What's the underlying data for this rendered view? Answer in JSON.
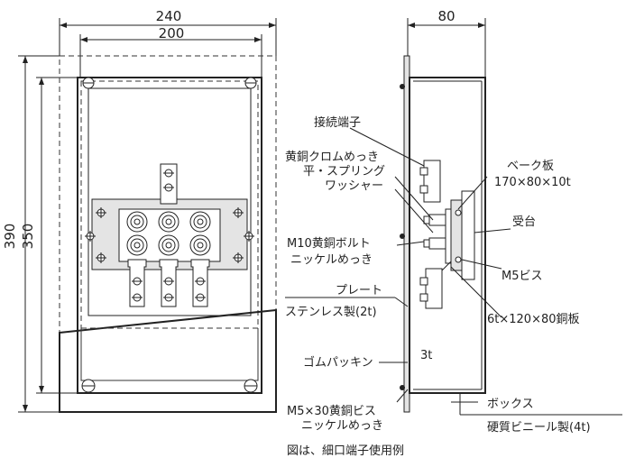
{
  "dimensions": {
    "width_outer": "240",
    "width_inner": "200",
    "height_outer": "390",
    "height_inner": "350",
    "depth": "80"
  },
  "labels": {
    "connection_terminal": "接続端子",
    "chrome_plating": "黄銅クロムめっき",
    "spring_washer_1": "平・スプリング",
    "spring_washer_2": "ワッシャー",
    "bolt_1": "M10黄銅ボルト",
    "bolt_2": "ニッケルめっき",
    "plate": "プレート",
    "stainless": "ステンレス製(2t)",
    "gasket": "ゴムパッキン",
    "gasket_thickness": "3t",
    "screw_1": "M5×30黄銅ビス",
    "screw_2": "ニッケルめっき",
    "bake_board_1": "ベーク板",
    "bake_board_2": "170×80×10t",
    "receiver": "受台",
    "m5_screw": "M5ビス",
    "copper_plate": "6t×120×80銅板",
    "box": "ボックス",
    "box_material": "硬質ビニール製(4t)"
  },
  "caption": "図は、細口端子使用例"
}
